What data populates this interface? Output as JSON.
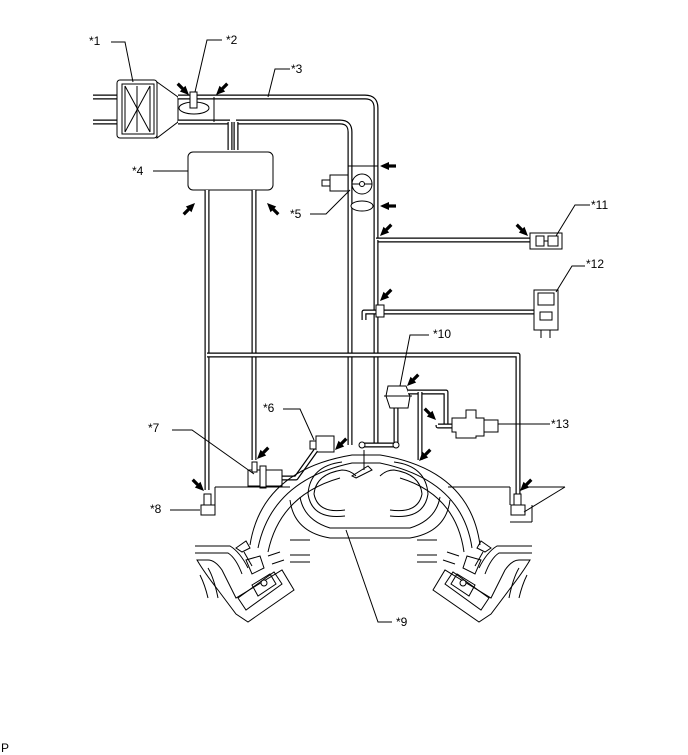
{
  "labels": {
    "l1": "*1",
    "l2": "*2",
    "l3": "*3",
    "l4": "*4",
    "l5": "*5",
    "l6": "*6",
    "l7": "*7",
    "l8": "*8",
    "l9": "*9",
    "l10": "*10",
    "l11": "*11",
    "l12": "*12",
    "l13": "*13"
  },
  "corner_mark": "P"
}
